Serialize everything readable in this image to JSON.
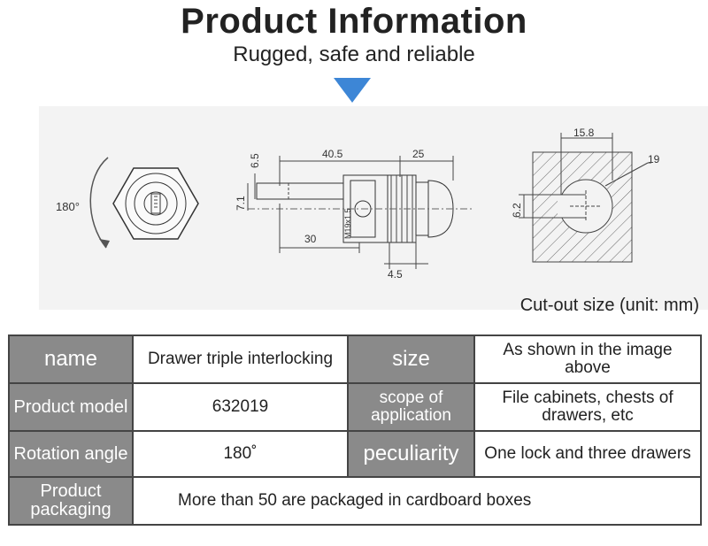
{
  "header": {
    "title": "Product Information",
    "subtitle": "Rugged, safe and reliable"
  },
  "drawing": {
    "rotation_label": "180°",
    "dim_40_5": "40.5",
    "dim_25": "25",
    "dim_6_5": "6.5",
    "dim_7_1": "7.1",
    "dim_30": "30",
    "dim_4_5": "4.5",
    "thread_label": "M19x1.5",
    "dim_15_8": "15.8",
    "dim_19": "19",
    "dim_6_2": "6.2",
    "caption": "Cut-out size (unit: mm)"
  },
  "specs": {
    "name_label": "name",
    "name_value": "Drawer triple interlocking",
    "size_label": "size",
    "size_value": "As shown in the image above",
    "model_label": "Product model",
    "model_value": "632019",
    "scope_label": "scope of application",
    "scope_value": "File cabinets, chests of drawers, etc",
    "rotation_label": "Rotation angle",
    "rotation_value": "180˚",
    "peculiarity_label": "peculiarity",
    "peculiarity_value": "One lock and three drawers",
    "packaging_label": "Product packaging",
    "packaging_value": "More than 50 are packaged in cardboard boxes"
  },
  "colors": {
    "accent_arrow": "#3d86d6",
    "label_cell_bg": "#8a8a8a"
  }
}
